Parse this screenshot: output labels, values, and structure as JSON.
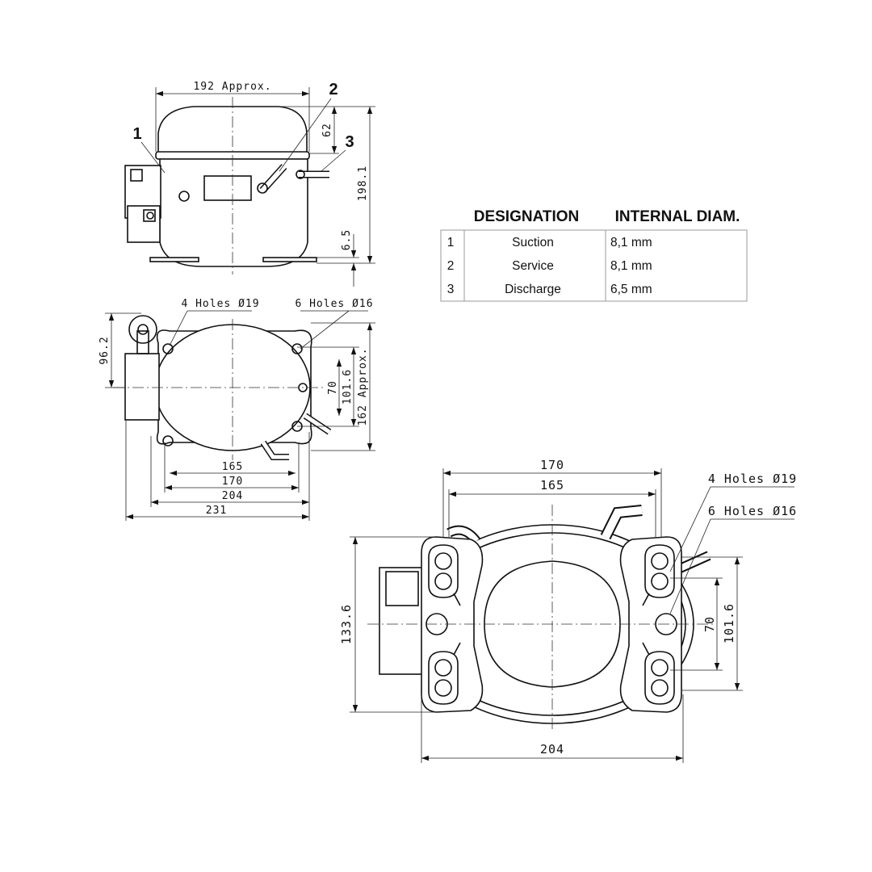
{
  "side_view": {
    "width_label": "192 Approx.",
    "dome_label": "62",
    "height_label": "198.1",
    "foot_label": "6.5",
    "callout_1": "1",
    "callout_2": "2",
    "callout_3": "3"
  },
  "top_view": {
    "holes19_label": "4 Holes Ø19",
    "holes16_label": "6 Holes Ø16",
    "dim_96": "96.2",
    "dim_70": "70",
    "dim_101": "101.6",
    "dim_162": "162 Approx.",
    "dim_165": "165",
    "dim_170": "170",
    "dim_204": "204",
    "dim_231": "231"
  },
  "bottom_view": {
    "dim_170": "170",
    "dim_165": "165",
    "holes19_label": "4 Holes Ø19",
    "holes16_label": "6 Holes Ø16",
    "dim_133": "133.6",
    "dim_70": "70",
    "dim_101": "101.6",
    "dim_204": "204"
  },
  "table": {
    "headers": [
      "DESIGNATION",
      "INTERNAL DIAM."
    ],
    "rows": [
      {
        "num": "1",
        "designation": "Suction",
        "diameter": "8,1 mm"
      },
      {
        "num": "2",
        "designation": "Service",
        "diameter": "8,1 mm"
      },
      {
        "num": "3",
        "designation": "Discharge",
        "diameter": "6,5 mm"
      }
    ]
  }
}
